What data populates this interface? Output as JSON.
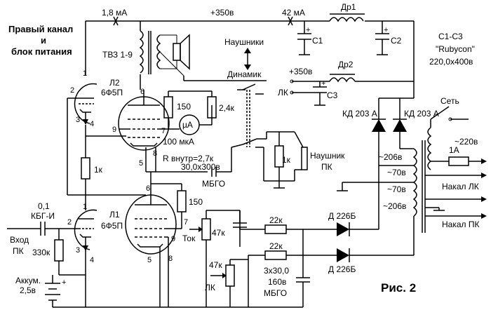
{
  "title": {
    "line1": "Правый канал",
    "line2": "и",
    "line3": "блок питания"
  },
  "figure_caption": "Рис. 2",
  "currents": {
    "i_left": "1,8 мА",
    "i_right": "42 мА"
  },
  "supply": {
    "plus350_top": "+350в",
    "plus350_mid": "+350в"
  },
  "transformer_out": {
    "name": "ТВЗ 1-9"
  },
  "switch_labels": {
    "headphones": "Наушники",
    "speaker": "Динамик"
  },
  "chokes": {
    "dr1": "Др1",
    "dr2": "Др2"
  },
  "caps": {
    "c1": "C1",
    "c2": "C2",
    "c3": "C3",
    "note_line1": "С1-С3",
    "note_line2": "\"Rubycon\"",
    "note_line3": "220,0х400в",
    "mbgo_top_value": "30,0х300в",
    "mbgo_top_type": "МБГО",
    "coupling_value": "0,1",
    "coupling_type": "КБГ-И",
    "bottom_value": "3х30,0",
    "bottom_voltage": "160в",
    "bottom_type": "МБГО"
  },
  "tubes": {
    "l2_name": "Л2",
    "l2_type": "6Ф5П",
    "l1_name": "Л1",
    "l1_type": "6Ф5П"
  },
  "resistors": {
    "r150_a": "150",
    "r2k4": "2,4к",
    "r1k_mid": "1к",
    "r150_b": "150",
    "r330k": "330к",
    "r47k_tok": "47к",
    "r22k_a": "22к",
    "r22k_b": "22к",
    "r47k_lk": "47к",
    "r1k_hp": "1к"
  },
  "meter": {
    "symbol": "µA",
    "range": "100 мкА"
  },
  "r_internal": "R внутр=2,7к",
  "diodes": {
    "kd1": "КД 203 А",
    "kd2": "КД 203 А",
    "d1": "Д 226Б",
    "d2": "Д 226Б"
  },
  "power": {
    "net": "Сеть",
    "v220": "~220в",
    "fuse": "1А",
    "w1": "~206в",
    "w2": "~70в",
    "w3": "~70в",
    "w4": "~206в",
    "heat_lk": "Накал ЛК",
    "heat_pk": "Накал ПК"
  },
  "misc": {
    "lk_mid": "ЛК",
    "lk_bottom": "ЛК",
    "tok": "Ток",
    "input_line1": "Вход",
    "input_line2": "ПК",
    "headphone_line1": "Наушник",
    "headphone_line2": "ПК",
    "battery_line1": "Аккум.",
    "battery_line2": "2,5в"
  },
  "pins": {
    "p1a": "1",
    "p2a": "2",
    "p3a": "3",
    "p4a": "4",
    "p6a": "6",
    "p7a": "7",
    "p8a": "8",
    "p9a": "9",
    "p5a": "5",
    "p1b": "1",
    "p2b": "2",
    "p3b": "3",
    "p4b": "4",
    "p6b": "6",
    "p7b": "7",
    "p8b": "8",
    "p9b": "9",
    "p5b": "5"
  }
}
